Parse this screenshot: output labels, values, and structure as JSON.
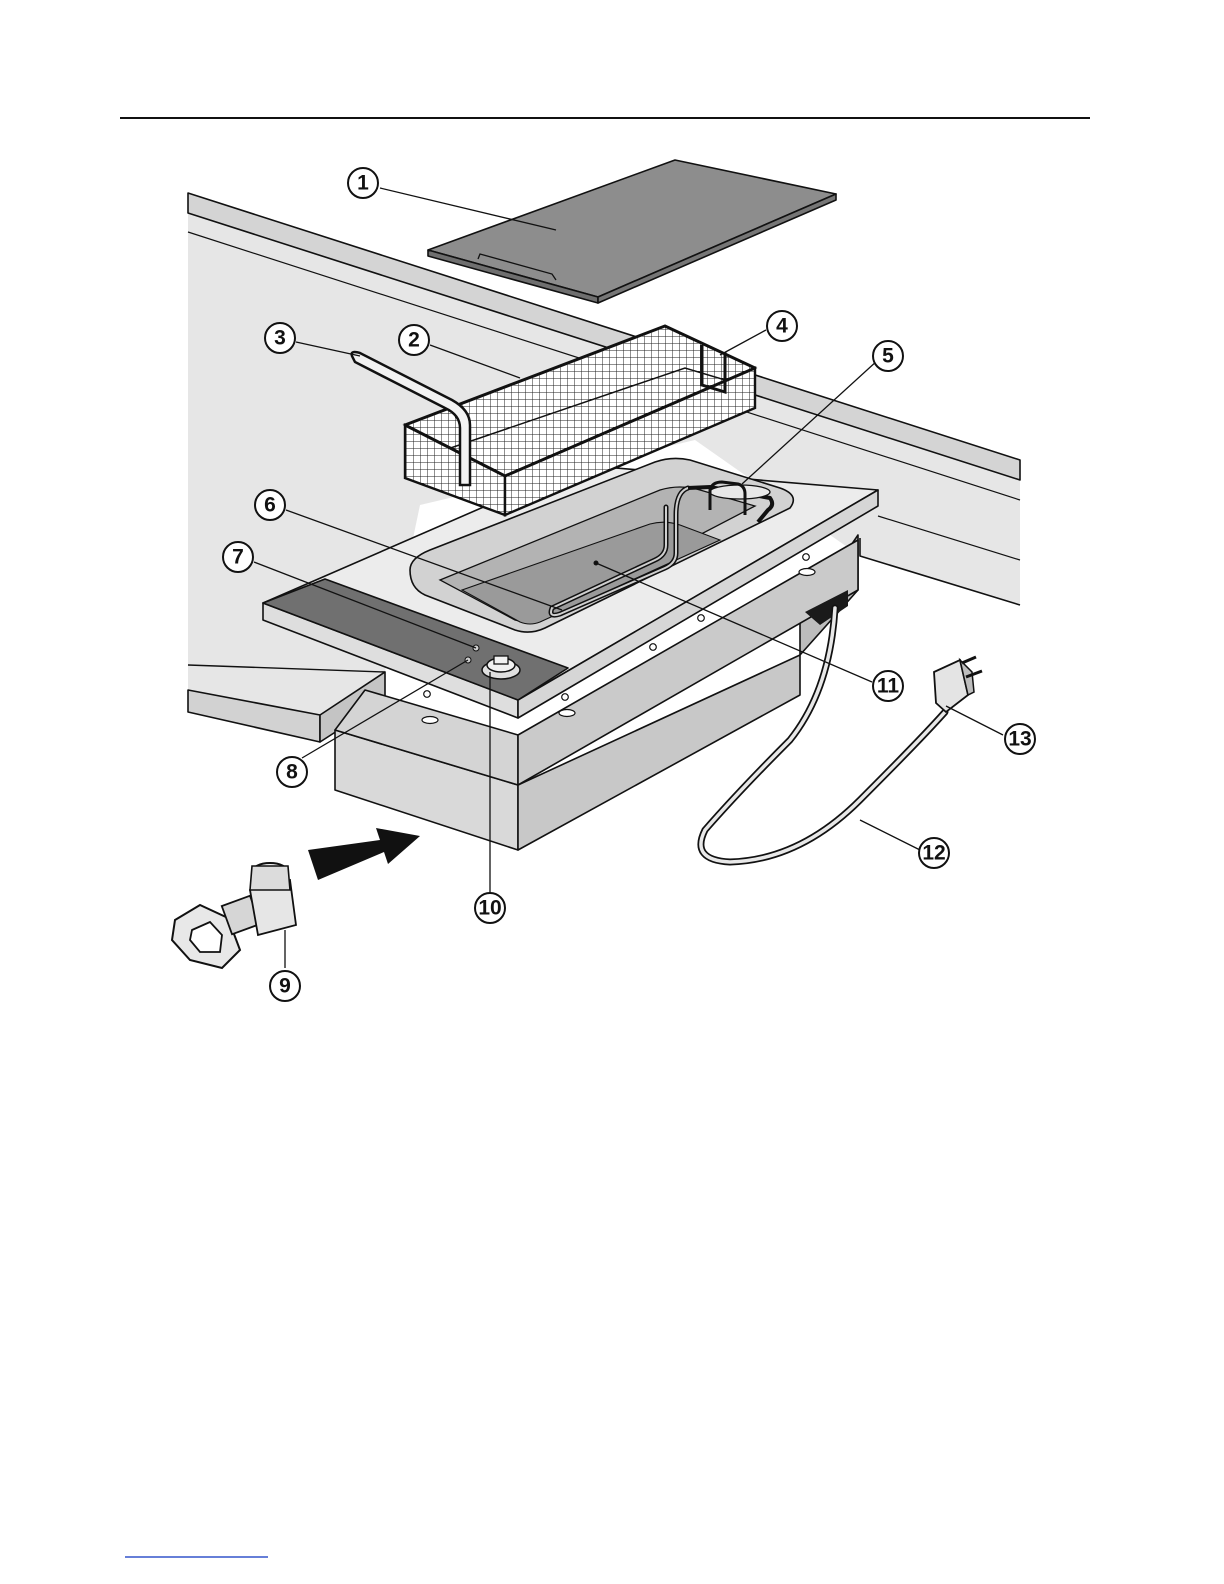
{
  "colors": {
    "ink": "#111111",
    "counter_top": "#e6e6e6",
    "counter_edge": "#cfcfcf",
    "lid": "#8d8d8d",
    "frame": "#ececec",
    "control_panel": "#6f6f6f",
    "well_inner": "#c9c9c9",
    "oil": "#9a9a9a",
    "cabinet_front": "#d9d9d9",
    "cabinet_side": "#c2c2c2"
  },
  "icons": {
    "arrow": "arrow-right-icon",
    "valve": "valve-icon",
    "plug": "plug-icon"
  },
  "callouts": {
    "c1": "1",
    "c2": "2",
    "c3": "3",
    "c4": "4",
    "c5": "5",
    "c6": "6",
    "c7": "7",
    "c8": "8",
    "c9": "9",
    "c10": "10",
    "c11": "11",
    "c12": "12",
    "c13": "13"
  }
}
